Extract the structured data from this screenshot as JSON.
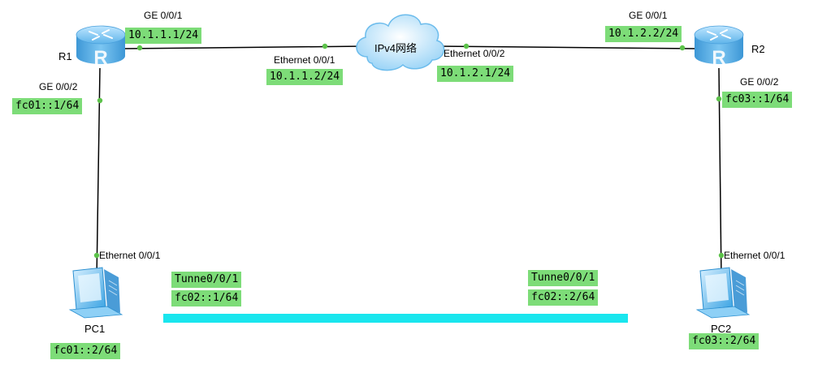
{
  "cloud": {
    "label": "IPv4网络"
  },
  "routers": [
    {
      "name": "R1"
    },
    {
      "name": "R2"
    }
  ],
  "pcs": [
    {
      "name": "PC1",
      "ip": "fc01::2/64"
    },
    {
      "name": "PC2",
      "ip": "fc03::2/64"
    }
  ],
  "interfaces": {
    "r1_g001": {
      "name": "GE 0/0/1",
      "ip": "10.1.1.1/24"
    },
    "r1_g002": {
      "name": "GE 0/0/2",
      "ip": "fc01::1/64"
    },
    "cloud_e001": {
      "name": "Ethernet 0/0/1",
      "ip": "10.1.1.2/24"
    },
    "cloud_e002": {
      "name": "Ethernet 0/0/2",
      "ip": "10.1.2.1/24"
    },
    "r2_g001": {
      "name": "GE 0/0/1",
      "ip": "10.1.2.2/24"
    },
    "r2_g002": {
      "name": "GE 0/0/2",
      "ip": "fc03::1/64"
    },
    "pc1_e001": {
      "name": "Ethernet 0/0/1"
    },
    "pc2_e001": {
      "name": "Ethernet 0/0/1"
    }
  },
  "tunnel": {
    "left": {
      "name": "Tunne0/0/1",
      "ip": "fc02::1/64"
    },
    "right": {
      "name": "Tunne0/0/1",
      "ip": "fc02::2/64"
    }
  },
  "colors": {
    "link": "#000000",
    "port_dot": "#5cc24a",
    "address_bg": "#7ddc78",
    "tunnel": "#19e6ee",
    "router_body": "#5ab0e8"
  }
}
